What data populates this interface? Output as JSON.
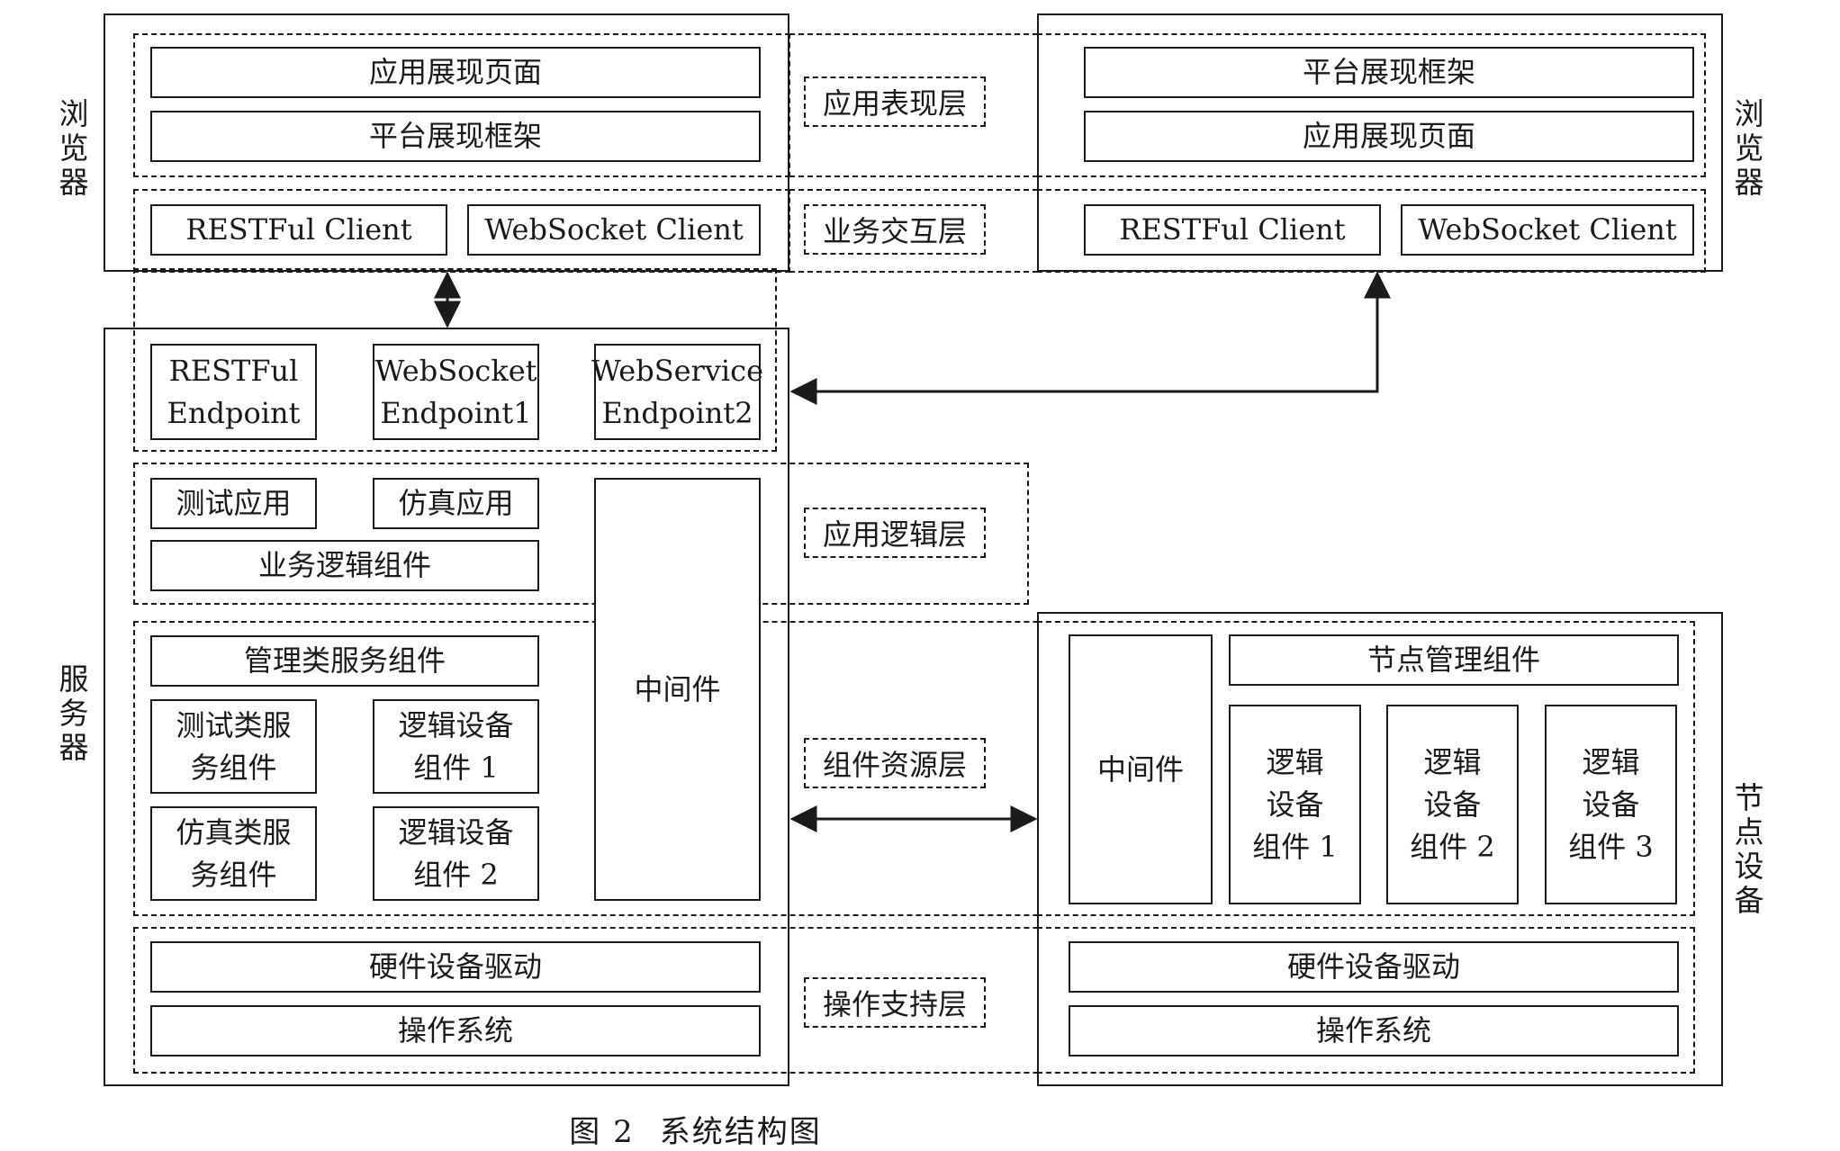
{
  "browser_left": {
    "label_chars": [
      "浏",
      "览",
      "器"
    ],
    "presentation": [
      "应用展现页面",
      "平台展现框架"
    ],
    "interaction": [
      "RESTFul Client",
      "WebSocket Client"
    ]
  },
  "browser_right": {
    "label_chars": [
      "浏",
      "览",
      "器"
    ],
    "presentation": [
      "平台展现框架",
      "应用展现页面"
    ],
    "interaction": [
      "RESTFul Client",
      "WebSocket Client"
    ]
  },
  "layers": {
    "presentation": "应用表现层",
    "interaction": "业务交互层",
    "logic": "应用逻辑层",
    "resource": "组件资源层",
    "support": "操作支持层"
  },
  "server": {
    "label_chars": [
      "服",
      "务",
      "器"
    ],
    "endpoints": [
      "RESTFul\nEndpoint",
      "WebSocket\nEndpoint1",
      "WebService\nEndpoint2"
    ],
    "test_app": "测试应用",
    "sim_app": "仿真应用",
    "business_logic": "业务逻辑组件",
    "middleware": "中间件",
    "mgmt_service": "管理类服务组件",
    "test_service": "测试类服\n务组件",
    "sim_service": "仿真类服\n务组件",
    "logic_device_1": "逻辑设备\n组件 1",
    "logic_device_2": "逻辑设备\n组件 2",
    "hw_driver": "硬件设备驱动",
    "os": "操作系统"
  },
  "node": {
    "label_chars": [
      "节",
      "点",
      "设",
      "备"
    ],
    "middleware": "中间件",
    "node_mgmt": "节点管理组件",
    "logic_devices": [
      "逻辑\n设备\n组件 1",
      "逻辑\n设备\n组件 2",
      "逻辑\n设备\n组件 3"
    ],
    "hw_driver": "硬件设备驱动",
    "os": "操作系统"
  },
  "caption": {
    "figure_no": "图 2",
    "title": "系统结构图"
  }
}
